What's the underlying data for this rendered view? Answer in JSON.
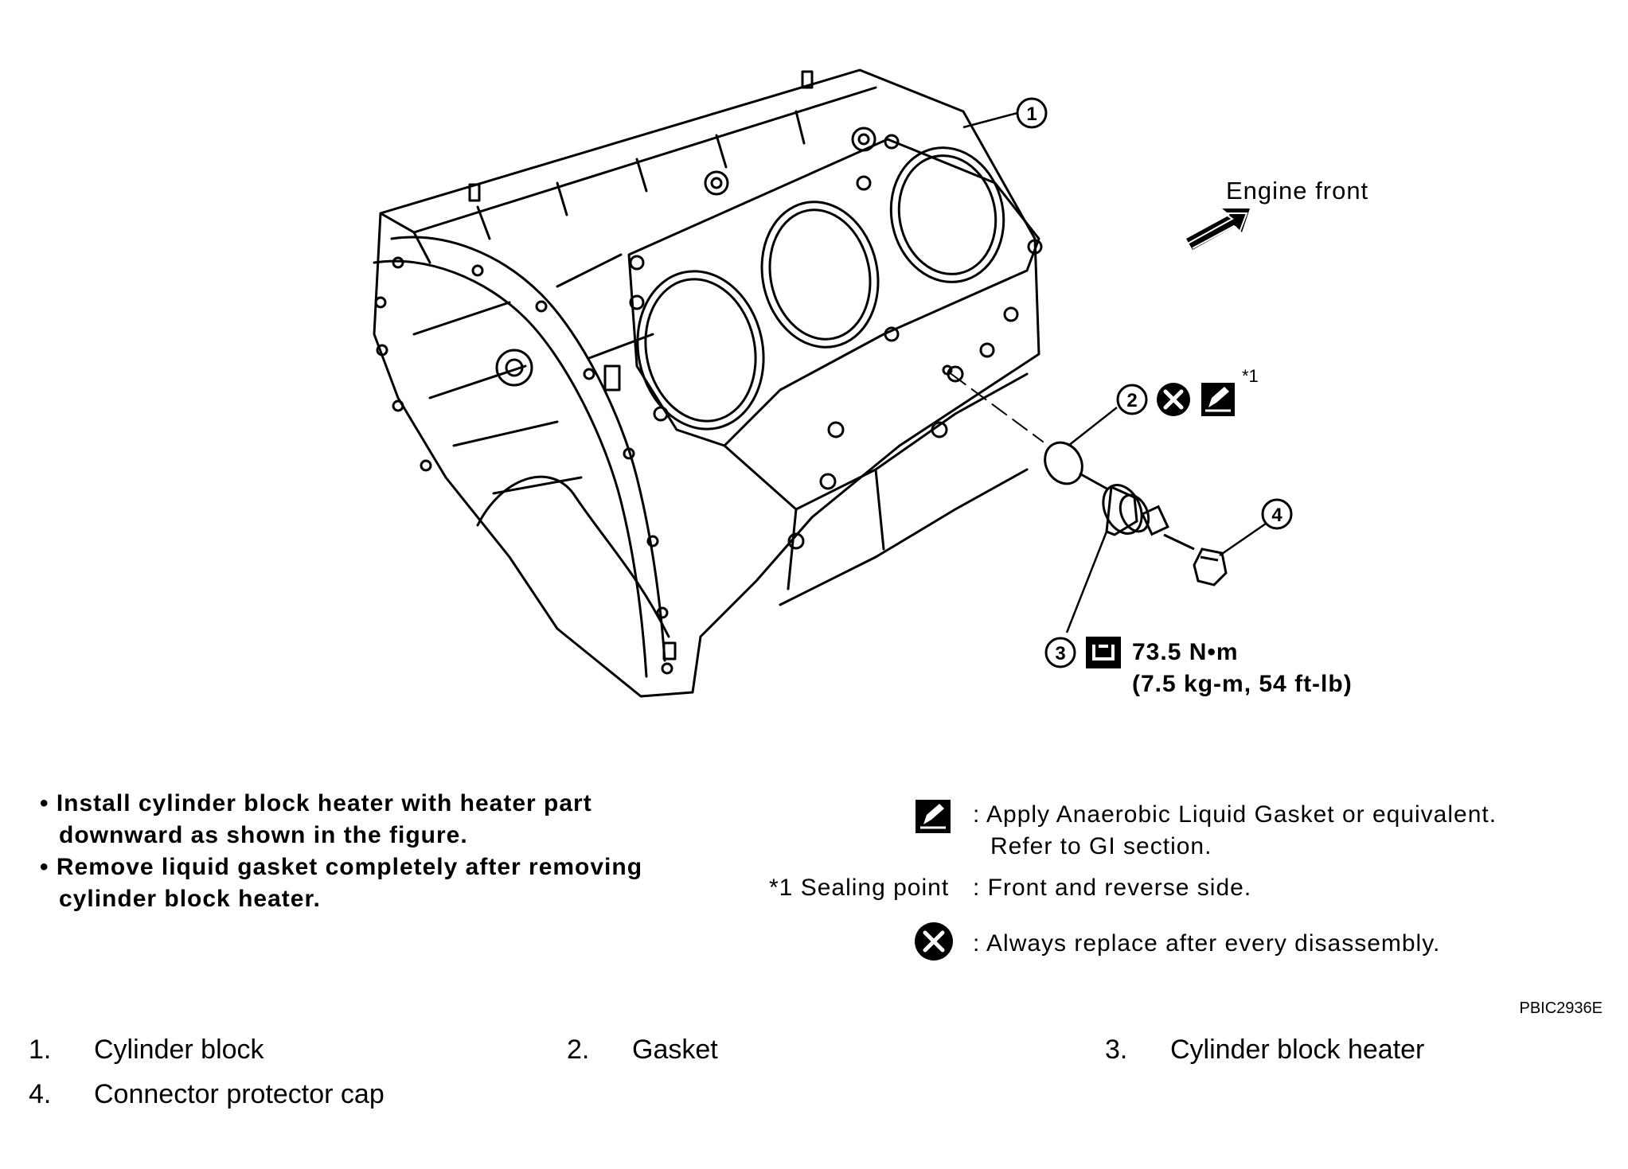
{
  "diagram": {
    "engine_front_label": "Engine front",
    "callouts": [
      "1",
      "2",
      "3",
      "4"
    ],
    "sealing_marker": "*1",
    "torque_line1": "73.5 N•m",
    "torque_line2": "(7.5 kg-m, 54 ft-lb)"
  },
  "notes": [
    "• Install cylinder block heater with heater part",
    "  downward as shown in the figure.",
    "• Remove liquid gasket completely after removing",
    "  cylinder block heater."
  ],
  "legend": {
    "gasket_symbol": ": Apply Anaerobic Liquid Gasket or equivalent.",
    "gasket_symbol_line2": "Refer to GI section.",
    "sealing_point_key": "*1 Sealing point",
    "sealing_point_desc": ": Front and reverse side.",
    "replace_symbol": ": Always replace after every disassembly."
  },
  "figure_code": "PBIC2936E",
  "parts": [
    {
      "num": "1.",
      "name": "Cylinder block"
    },
    {
      "num": "2.",
      "name": "Gasket"
    },
    {
      "num": "3.",
      "name": "Cylinder block heater"
    },
    {
      "num": "4.",
      "name": "Connector protector cap"
    }
  ]
}
